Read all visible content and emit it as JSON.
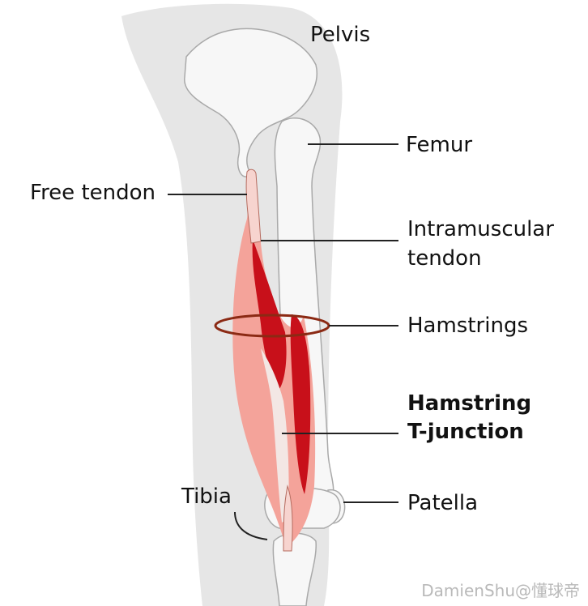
{
  "diagram": {
    "labels": {
      "pelvis": "Pelvis",
      "femur": "Femur",
      "free_tendon": "Free tendon",
      "intramuscular_line1": "Intramuscular",
      "intramuscular_line2": "tendon",
      "hamstrings": "Hamstrings",
      "tjunction_line1": "Hamstring",
      "tjunction_line2": "T-junction",
      "tibia": "Tibia",
      "patella": "Patella"
    },
    "watermark": "DamienShu@懂球帝",
    "colors": {
      "muscle_dark": "#c8101a",
      "muscle_light": "#f4a39a",
      "bone": "#f7f7f7",
      "bone_outline": "#a9a9a9",
      "silhouette": "#e6e6e6",
      "ring": "#8b2a14",
      "leader_line": "#222222"
    }
  }
}
